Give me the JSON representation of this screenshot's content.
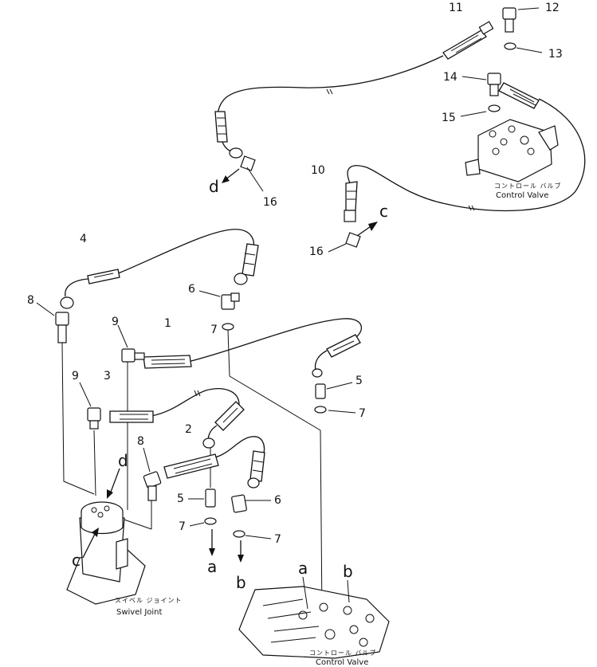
{
  "callouts": {
    "c1": "1",
    "c2": "2",
    "c3": "3",
    "c4": "4",
    "c5a": "5",
    "c5b": "5",
    "c6a": "6",
    "c6b": "6",
    "c7a": "7",
    "c7b": "7",
    "c7c": "7",
    "c7d": "7",
    "c8a": "8",
    "c8b": "8",
    "c9a": "9",
    "c9b": "9",
    "c10": "10",
    "c11": "11",
    "c12": "12",
    "c13": "13",
    "c14": "14",
    "c15": "15",
    "c16a": "16",
    "c16b": "16"
  },
  "letters": {
    "d_top": "d",
    "c_top": "c",
    "d_swivel": "d",
    "c_swivel": "c",
    "a_arrow": "a",
    "b_arrow": "b",
    "a_valve": "a",
    "b_valve": "b"
  },
  "labels": {
    "control_valve_top_jp": "コントロール バルブ",
    "control_valve_top_en": "Control Valve",
    "swivel_joint_jp": "スイベル ジョイント",
    "swivel_joint_en": "Swivel Joint",
    "control_valve_bottom_jp": "コントロール バルブ",
    "control_valve_bottom_en": "Control Valve"
  }
}
